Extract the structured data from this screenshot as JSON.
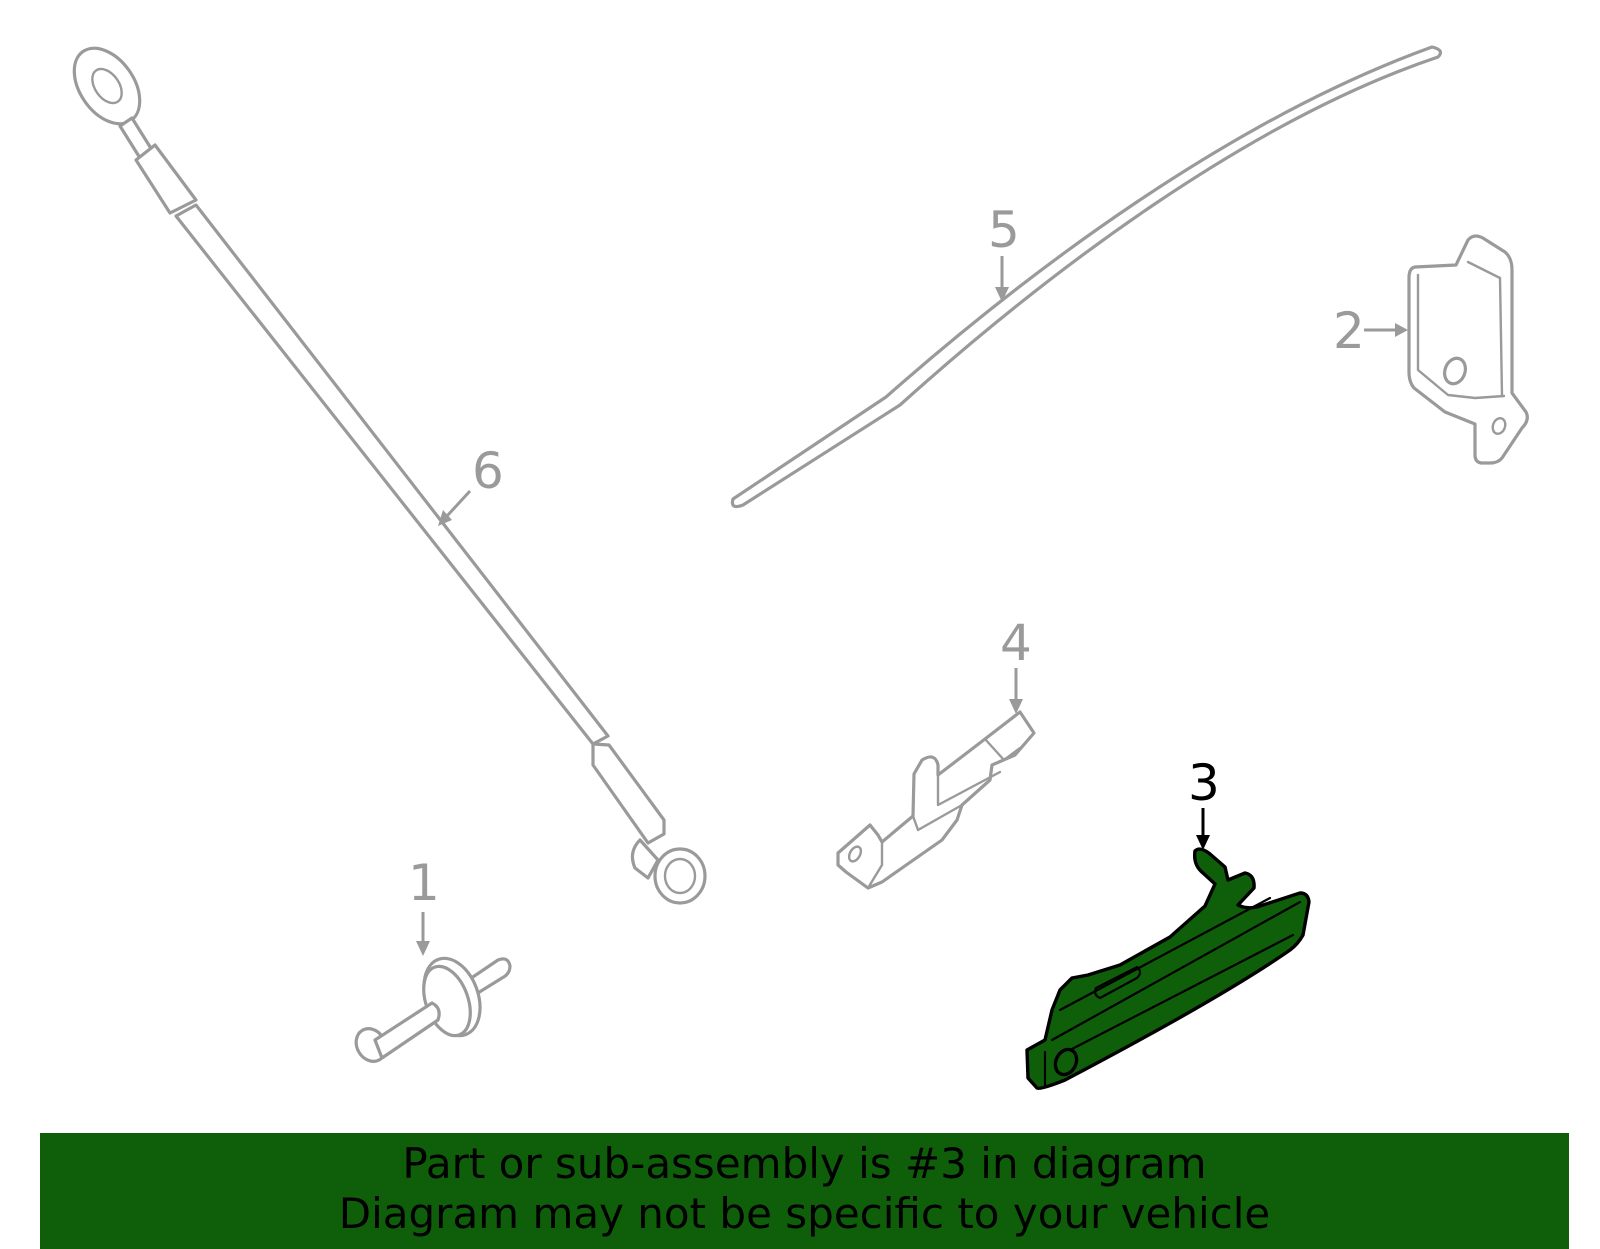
{
  "diagram": {
    "callouts": [
      {
        "id": "1",
        "label": "1",
        "highlighted": false
      },
      {
        "id": "2",
        "label": "2",
        "highlighted": false
      },
      {
        "id": "3",
        "label": "3",
        "highlighted": true
      },
      {
        "id": "4",
        "label": "4",
        "highlighted": false
      },
      {
        "id": "5",
        "label": "5",
        "highlighted": false
      },
      {
        "id": "6",
        "label": "6",
        "highlighted": false
      }
    ],
    "colors": {
      "part_outline": "#9a9a9a",
      "highlight_fill": "#0f5f0a",
      "highlight_outline": "#000000",
      "banner_bg": "#0f5f0a"
    }
  },
  "banner": {
    "line1": "Part or sub-assembly is #3 in diagram",
    "line2": "Diagram may not be specific to your vehicle"
  }
}
